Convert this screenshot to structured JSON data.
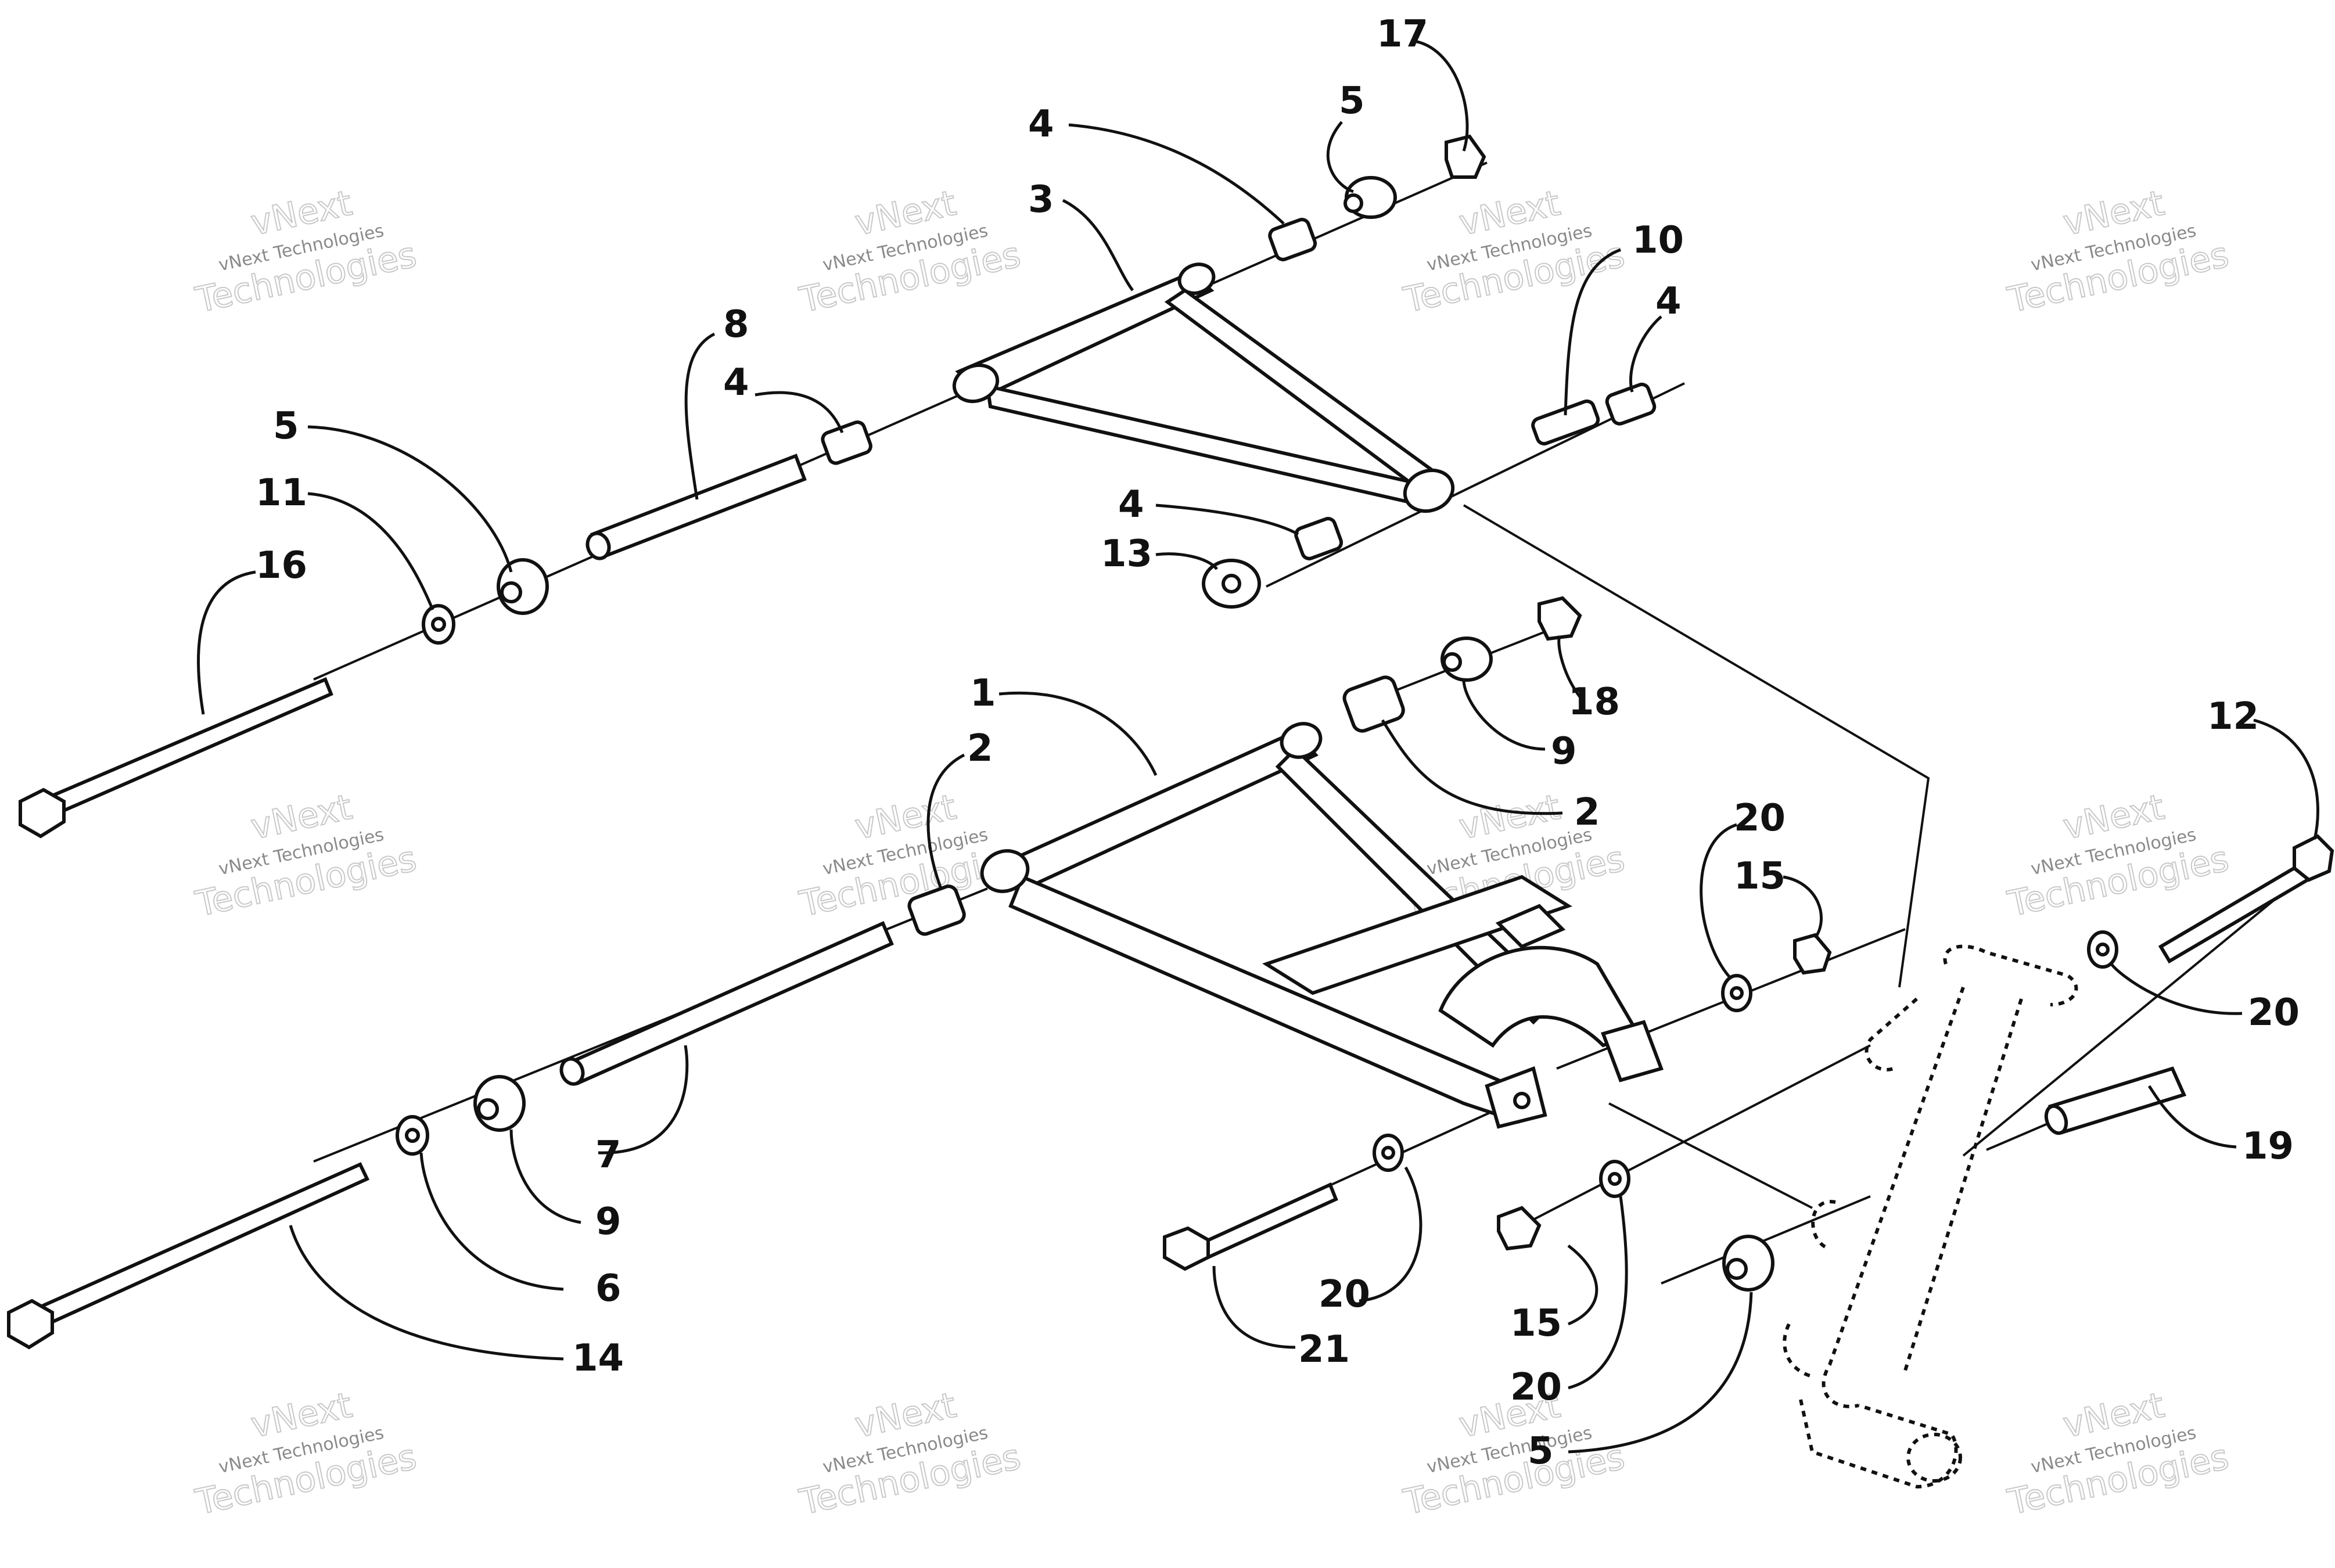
{
  "diagram": {
    "type": "exploded-parts-diagram",
    "watermark": {
      "line1": "vNext",
      "line2": "vNext Technologies",
      "line3": "Technologies"
    },
    "callouts": [
      {
        "id": "c17a",
        "label": "17"
      },
      {
        "id": "c5a",
        "label": "5"
      },
      {
        "id": "c4a",
        "label": "4"
      },
      {
        "id": "c3",
        "label": "3"
      },
      {
        "id": "c10",
        "label": "10"
      },
      {
        "id": "c4b",
        "label": "4"
      },
      {
        "id": "c8",
        "label": "8"
      },
      {
        "id": "c4c",
        "label": "4"
      },
      {
        "id": "c5b",
        "label": "5"
      },
      {
        "id": "c11",
        "label": "11"
      },
      {
        "id": "c16",
        "label": "16"
      },
      {
        "id": "c4d",
        "label": "4"
      },
      {
        "id": "c13",
        "label": "13"
      },
      {
        "id": "c1",
        "label": "1"
      },
      {
        "id": "c18",
        "label": "18"
      },
      {
        "id": "c9a",
        "label": "9"
      },
      {
        "id": "c2a",
        "label": "2"
      },
      {
        "id": "c2b",
        "label": "2"
      },
      {
        "id": "c20a",
        "label": "20"
      },
      {
        "id": "c15a",
        "label": "15"
      },
      {
        "id": "c12",
        "label": "12"
      },
      {
        "id": "c20b",
        "label": "20"
      },
      {
        "id": "c19",
        "label": "19"
      },
      {
        "id": "c7",
        "label": "7"
      },
      {
        "id": "c9b",
        "label": "9"
      },
      {
        "id": "c6",
        "label": "6"
      },
      {
        "id": "c14",
        "label": "14"
      },
      {
        "id": "c20c",
        "label": "20"
      },
      {
        "id": "c21",
        "label": "21"
      },
      {
        "id": "c15b",
        "label": "15"
      },
      {
        "id": "c20d",
        "label": "20"
      },
      {
        "id": "c5c",
        "label": "5"
      }
    ]
  }
}
